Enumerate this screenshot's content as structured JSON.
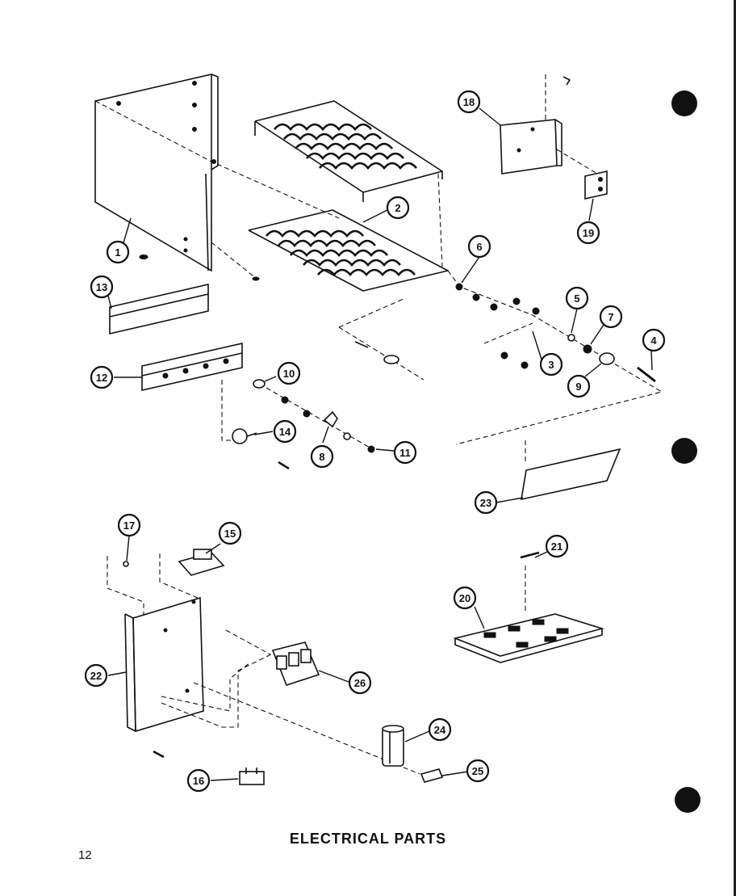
{
  "page": {
    "title": "ELECTRICAL PARTS",
    "page_number": "12"
  },
  "callouts": [
    {
      "id": "c1",
      "label": "1"
    },
    {
      "id": "c2",
      "label": "2"
    },
    {
      "id": "c3",
      "label": "3"
    },
    {
      "id": "c4",
      "label": "4"
    },
    {
      "id": "c5",
      "label": "5"
    },
    {
      "id": "c6",
      "label": "6"
    },
    {
      "id": "c7",
      "label": "7"
    },
    {
      "id": "c8",
      "label": "8"
    },
    {
      "id": "c9",
      "label": "9"
    },
    {
      "id": "c10",
      "label": "10"
    },
    {
      "id": "c11",
      "label": "11"
    },
    {
      "id": "c12",
      "label": "12"
    },
    {
      "id": "c13",
      "label": "13"
    },
    {
      "id": "c14",
      "label": "14"
    },
    {
      "id": "c15",
      "label": "15"
    },
    {
      "id": "c16",
      "label": "16"
    },
    {
      "id": "c17",
      "label": "17"
    },
    {
      "id": "c18",
      "label": "18"
    },
    {
      "id": "c19",
      "label": "19"
    },
    {
      "id": "c20",
      "label": "20"
    },
    {
      "id": "c21",
      "label": "21"
    },
    {
      "id": "c22",
      "label": "22"
    },
    {
      "id": "c23",
      "label": "23"
    },
    {
      "id": "c24",
      "label": "24"
    },
    {
      "id": "c25",
      "label": "25"
    },
    {
      "id": "c26",
      "label": "26"
    }
  ]
}
